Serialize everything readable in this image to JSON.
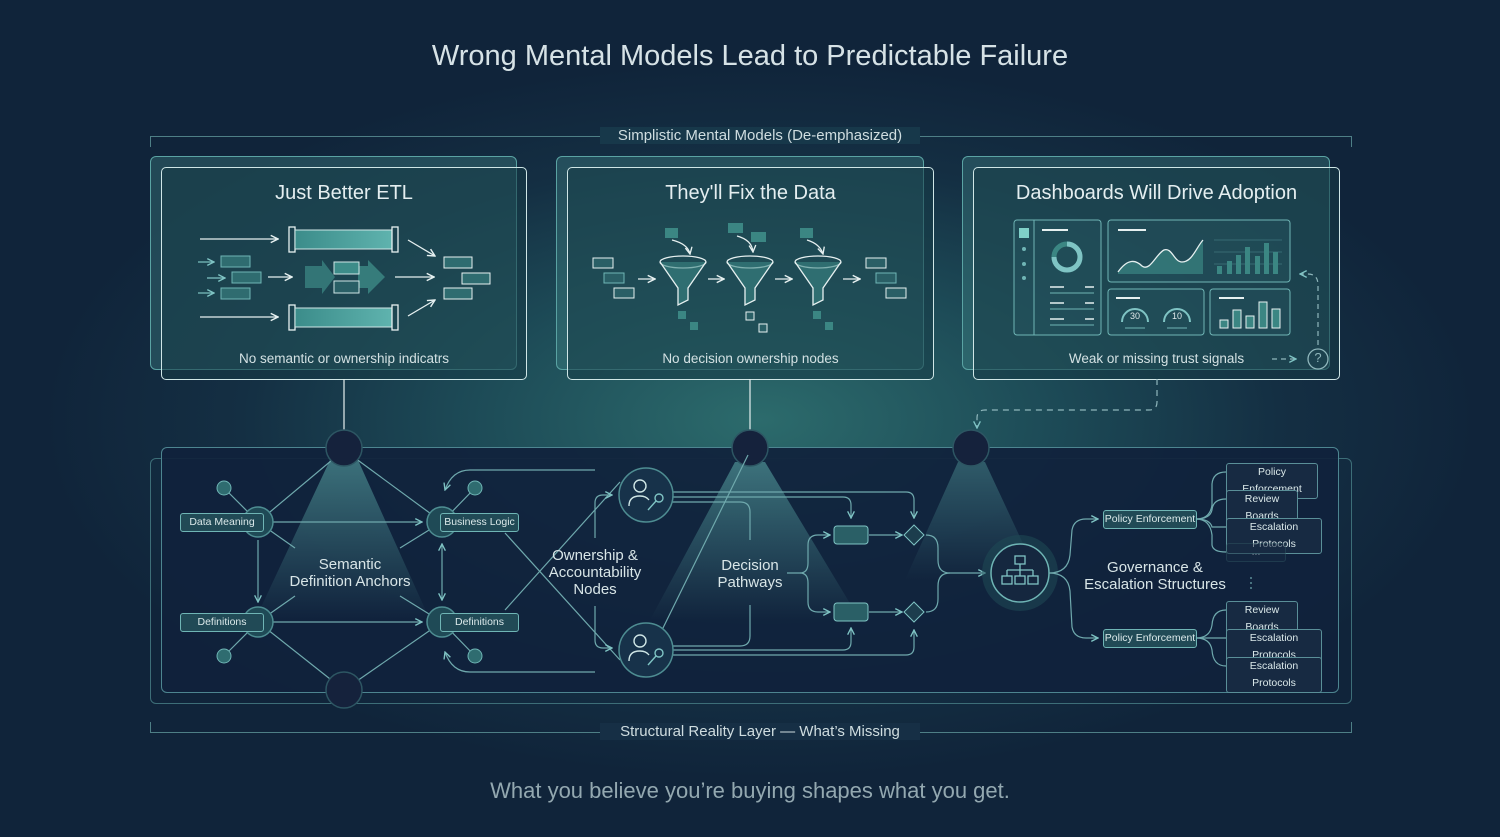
{
  "title": "Wrong Mental Models Lead to Predictable Failure",
  "top_section": {
    "label": "Simplistic Mental Models (De-emphasized)",
    "cards": [
      {
        "title": "Just Better ETL",
        "caption": "No semantic or ownership indicatrs"
      },
      {
        "title": "They'll Fix the Data",
        "caption": "No decision ownership nodes"
      },
      {
        "title": "Dashboards Will Drive Adoption",
        "caption": "Weak or missing trust signals",
        "gauges": [
          "30",
          "10"
        ],
        "question_icon": "?"
      }
    ]
  },
  "bottom_section": {
    "label": "Structural Reality Layer — What’s Missing",
    "semantic": {
      "title_line1": "Semantic",
      "title_line2": "Definition Anchors",
      "pills": [
        "Data Meaning",
        "Definitions",
        "Business Logic",
        "Definitions"
      ]
    },
    "ownership": {
      "line1": "Ownership &",
      "line2": "Accountability",
      "line3": "Nodes"
    },
    "decision": {
      "line1": "Decision",
      "line2": "Pathways"
    },
    "governance": {
      "line1": "Governance &",
      "line2": "Escalation Structures",
      "upper_branch": "Policy Enforcement",
      "upper_leaves": [
        "Policy Enforcement",
        "Review Boards",
        "Escalation Protocols",
        "..."
      ],
      "lower_branch": "Policy Enforcement",
      "lower_leaves": [
        "Review Boards",
        "Escalation Protocols",
        "Escalation Protocols"
      ]
    }
  },
  "tagline": "What you believe you’re buying shapes what you get.",
  "colors": {
    "accent": "#6fb5b5",
    "card_border": "#cfe6e6",
    "layer_bg": "#10223c"
  }
}
